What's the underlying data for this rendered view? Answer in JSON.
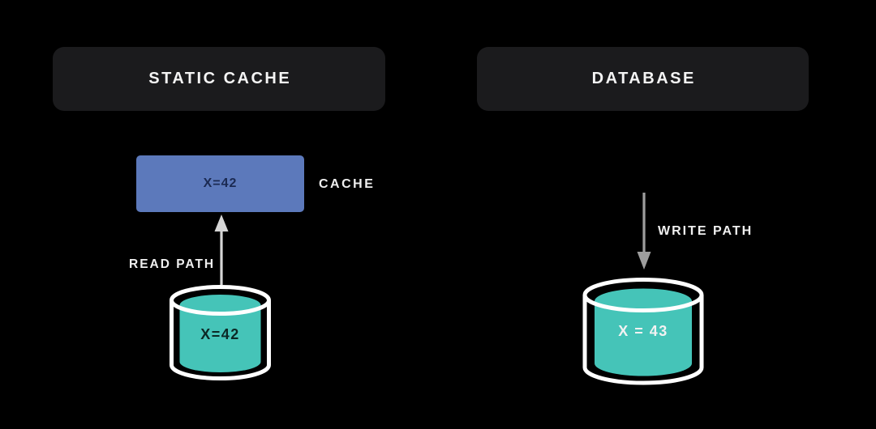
{
  "diagram": {
    "left": {
      "header": "STATIC CACHE",
      "cache_box_value": "X=42",
      "cache_label": "CACHE",
      "arrow_label": "READ PATH",
      "db_value": "X=42"
    },
    "right": {
      "header": "DATABASE",
      "arrow_label": "WRITE PATH",
      "db_value": "X = 43"
    }
  },
  "colors": {
    "background": "#000000",
    "header_bg": "#1b1b1d",
    "header_text": "#f4f4f4",
    "cache_box_bg": "#5c79bb",
    "cache_box_text": "#1b2a52",
    "cylinder_fill": "#45c4b8",
    "cylinder_outline": "#ffffff",
    "db_value_dark": "#0c2926",
    "db_value_light": "#f2f2f2",
    "read_arrow": "#d6d6d6",
    "write_arrow": "#9e9e9e",
    "label_text": "#efefef"
  }
}
